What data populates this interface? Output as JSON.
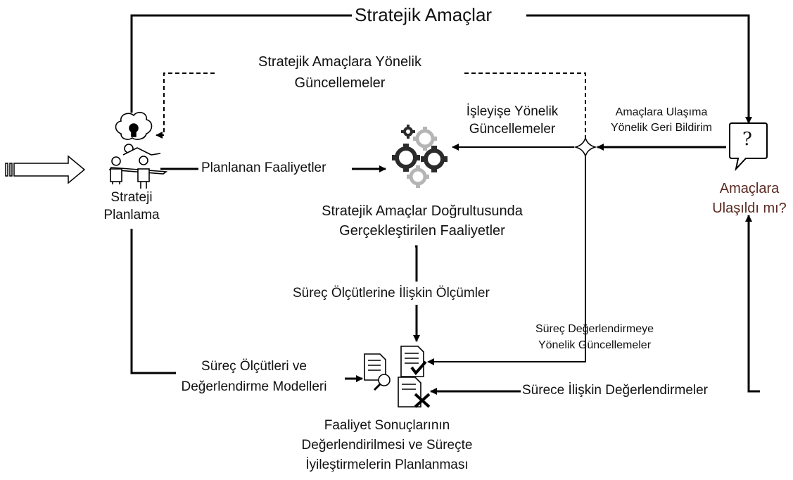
{
  "diagram": {
    "top_label": "Stratejik Amaçlar",
    "updates_strategic": [
      "Stratejik Amaçlara Yönelik",
      "Güncellemeler"
    ],
    "updates_operation": [
      "İşleyişe Yönelik",
      "Güncellemeler"
    ],
    "feedback_goals": [
      "Amaçlara Ulaşıma",
      "Yönelik Geri Bildirim"
    ],
    "strategy_planning": [
      "Strateji",
      "Planlama"
    ],
    "planned_activities": "Planlanan Faaliyetler",
    "goals_question": [
      "Amaçlara",
      "Ulaşıldı mı?"
    ],
    "question_mark": "?",
    "activities_title": [
      "Stratejik Amaçlar Doğrultusunda",
      "Gerçekleştirilen Faaliyetler"
    ],
    "process_measurements": "Süreç Ölçütlerine İlişkin Ölçümler",
    "process_eval_updates": [
      "Süreç Değerlendirmeye",
      "Yönelik Güncellemeler"
    ],
    "criteria_models": [
      "Süreç Ölçütleri ve",
      "Değerlendirme Modelleri"
    ],
    "process_evaluations": "Sürece İlişkin Değerlendirmeler",
    "results_eval": [
      "Faaliyet Sonuçlarının",
      "Değerlendirilmesi ve Süreçte",
      "İyileştirmelerin Planlanması"
    ]
  },
  "colors": {
    "line": "#000000",
    "gear_dark": "#2b2b2b",
    "gear_light": "#b5b5b5",
    "question_text": "#5a2a22"
  },
  "icons": [
    "input-arrow-icon",
    "lightbulb-brain-icon",
    "team-meeting-icon",
    "gears-icon",
    "speech-bubble-question-icon",
    "documents-evaluation-icon"
  ]
}
